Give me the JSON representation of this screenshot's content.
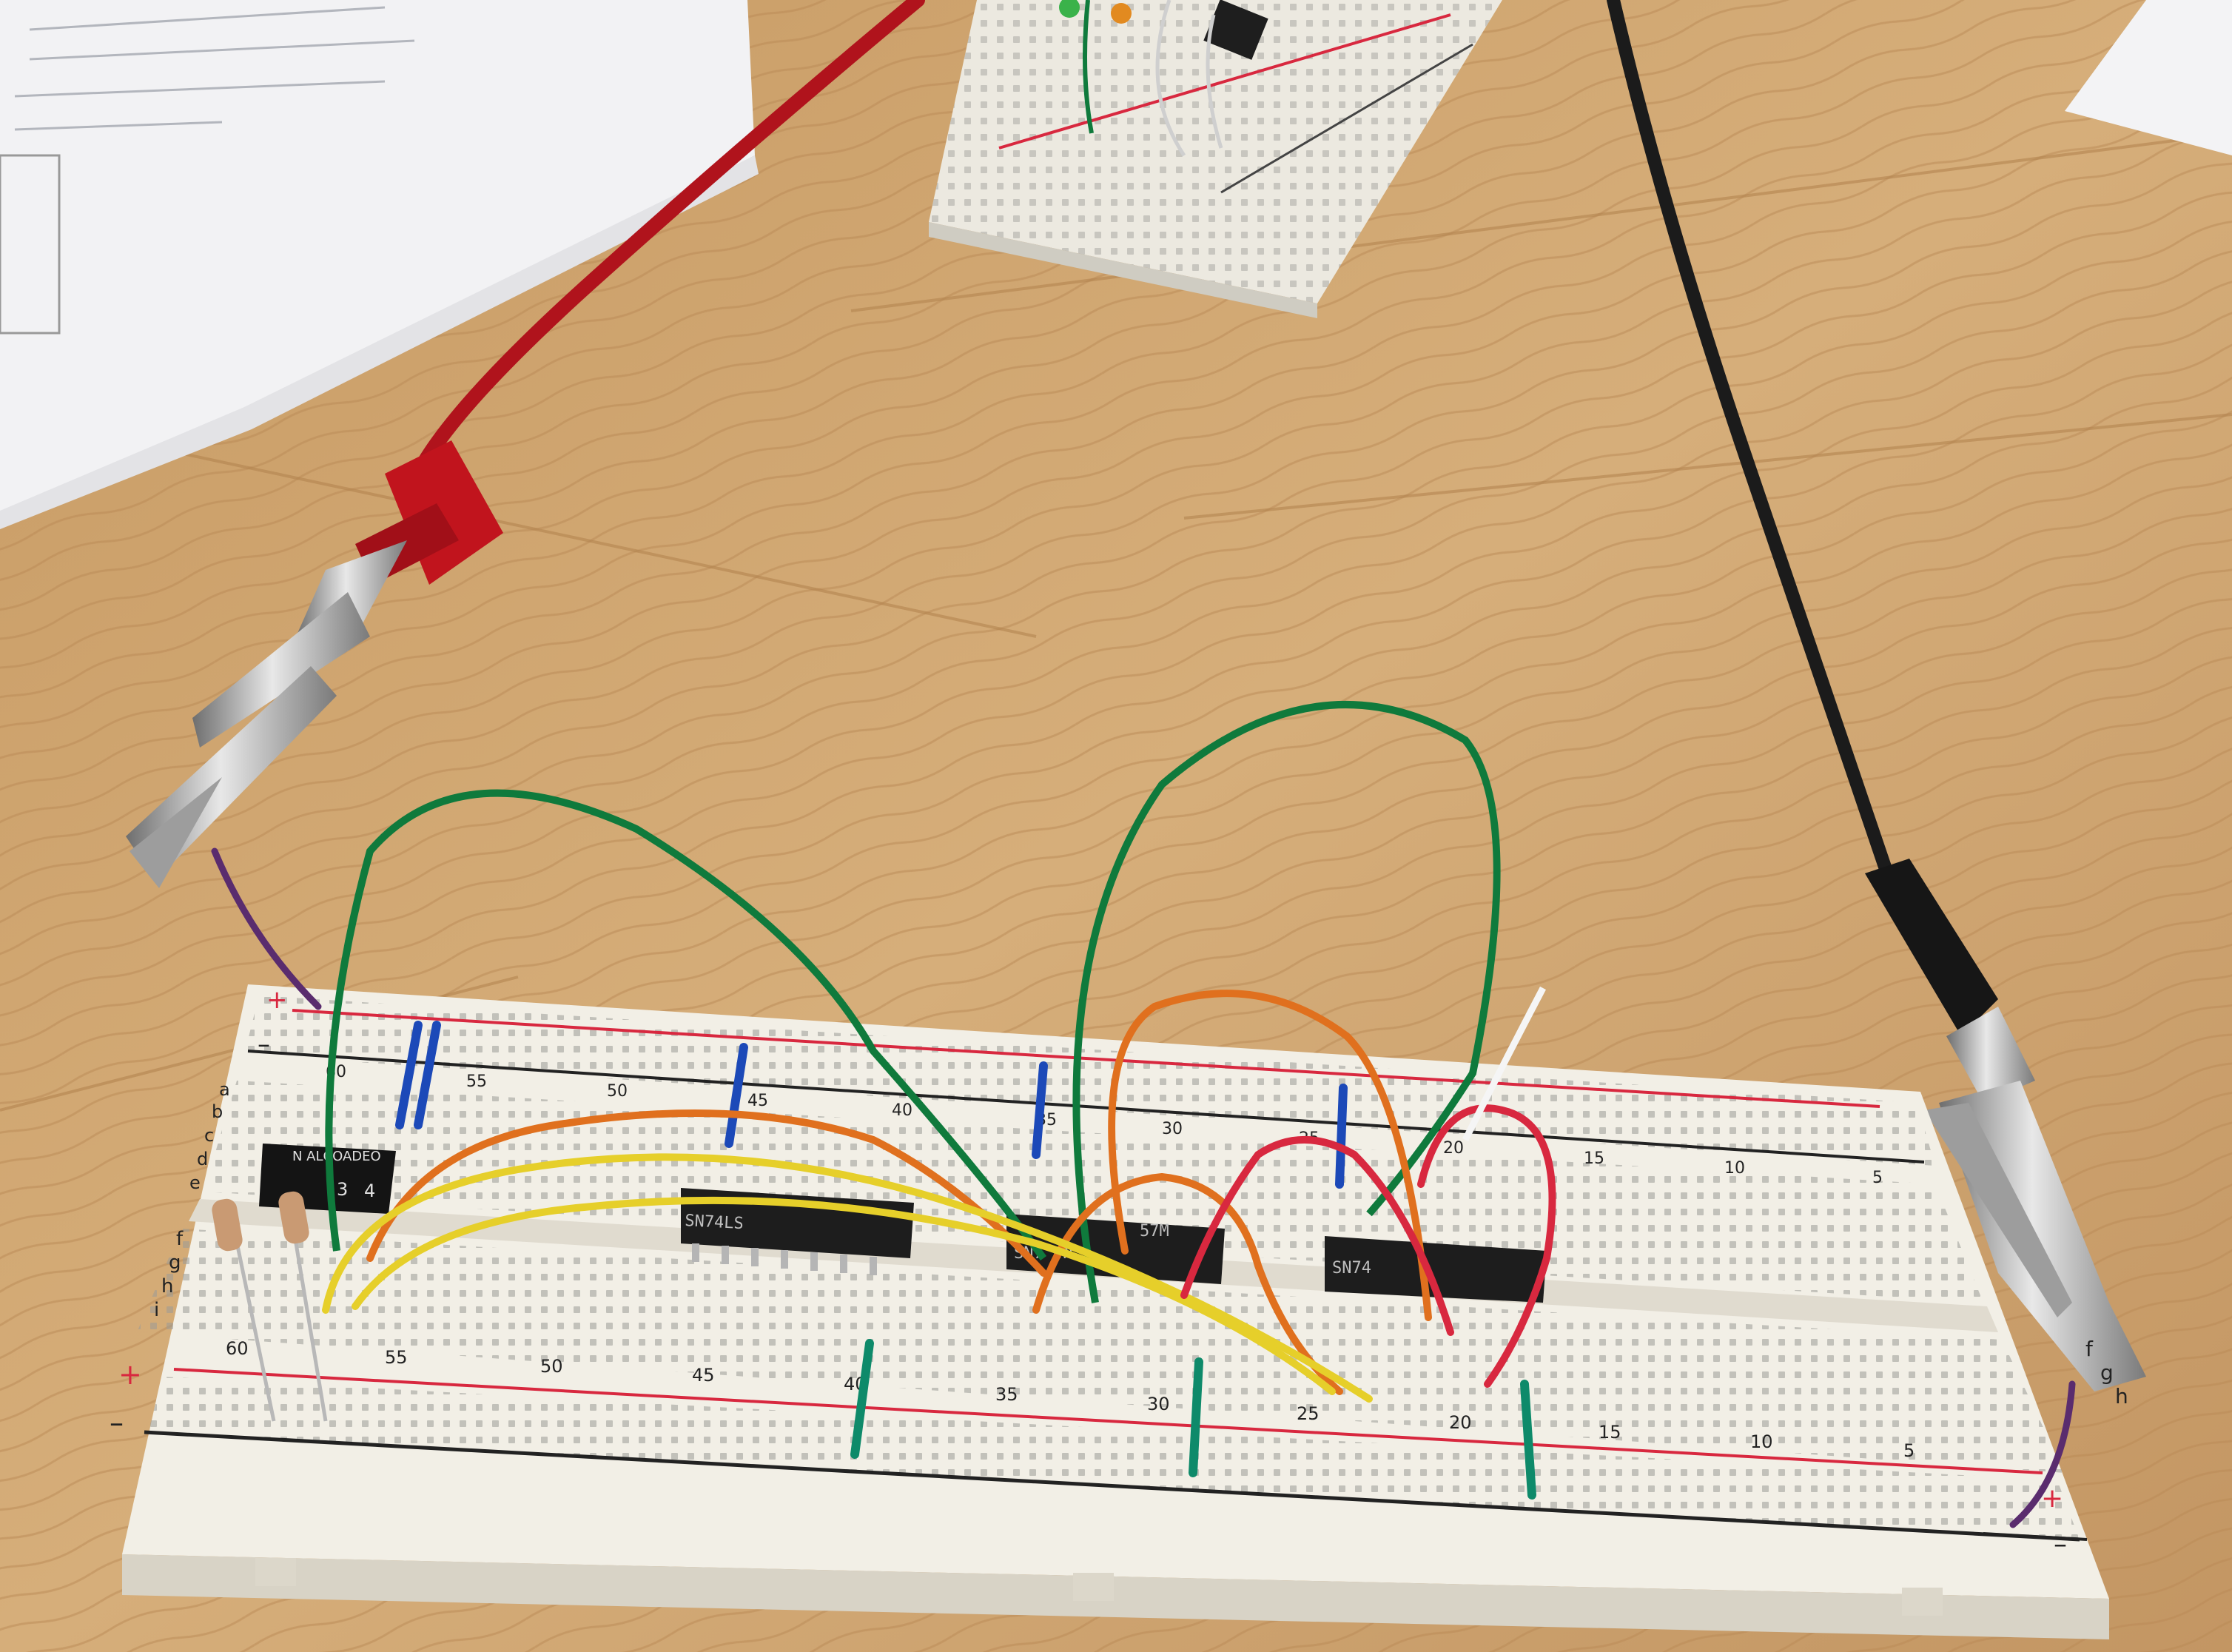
{
  "scene": {
    "description_free": true
  },
  "breadboard_main": {
    "row_letters_top": [
      "a",
      "b",
      "c",
      "d",
      "e"
    ],
    "row_letters_bottom": [
      "f",
      "g",
      "h",
      "i"
    ],
    "column_numbers_top": [
      "60",
      "55",
      "50",
      "45",
      "40",
      "35",
      "30",
      "25",
      "20",
      "15",
      "10",
      "5"
    ],
    "column_numbers_bottom": [
      "60",
      "55",
      "50",
      "45",
      "40",
      "35",
      "30",
      "25",
      "20",
      "15",
      "10",
      "5"
    ],
    "rail_plus": "+",
    "rail_minus": "–"
  },
  "chips": [
    {
      "marking_line1": "",
      "marking_line2": "SN74LS"
    },
    {
      "marking_line1": "57M",
      "marking_line2": "SN7  4N"
    },
    {
      "marking_line1": "",
      "marking_line2": "SN74"
    }
  ],
  "dip_switch": {
    "marking": "N ALCOADEO",
    "numbers": [
      "3",
      "4"
    ]
  },
  "wire_colors": {
    "green": "#0f7a3c",
    "orange": "#e0701e",
    "yellow": "#e6cf2a",
    "red": "#d8283f",
    "blue": "#1c49b8",
    "purple": "#5a2c6e",
    "teal": "#0e8a6a",
    "probe_red": "#b0131c",
    "probe_black": "#1b1b1b"
  }
}
